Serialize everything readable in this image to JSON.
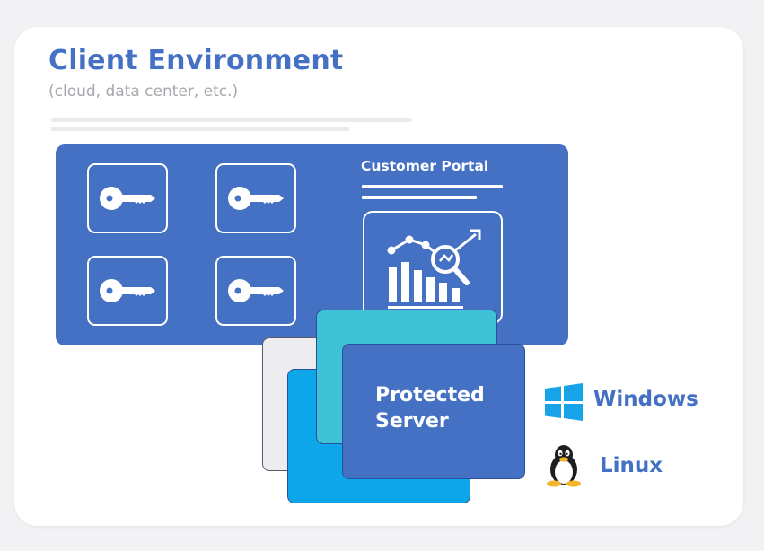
{
  "environment": {
    "title": "Client Environment",
    "subtitle": "(cloud, data center, etc.)"
  },
  "keys": [
    {
      "icon": "key-icon"
    },
    {
      "icon": "key-icon"
    },
    {
      "icon": "key-icon"
    },
    {
      "icon": "key-icon"
    }
  ],
  "portal": {
    "title": "Customer Portal",
    "icon": "analytics-chart-icon"
  },
  "server": {
    "line1": "Protected",
    "line2": "Server"
  },
  "os": [
    {
      "name": "Windows",
      "icon": "windows-logo-icon"
    },
    {
      "name": "Linux",
      "icon": "linux-tux-icon"
    }
  ],
  "colors": {
    "brand_blue": "#4571c4",
    "cyan": "#0ea6ea",
    "teal": "#3fc1d6",
    "windows_blue": "#17a3e8"
  }
}
